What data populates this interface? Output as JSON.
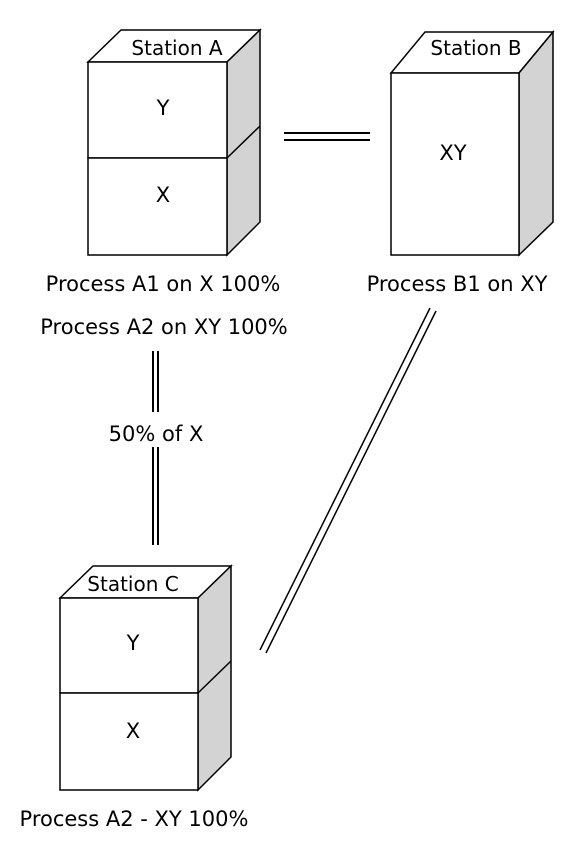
{
  "stations": {
    "a": {
      "title": "Station A",
      "top_label": "Y",
      "bottom_label": "X",
      "caption_1": "Process A1 on X 100%",
      "caption_2": "Process A2 on XY 100%"
    },
    "b": {
      "title": "Station B",
      "label": "XY",
      "caption_1": "Process B1 on XY"
    },
    "c": {
      "title": "Station C",
      "top_label": "Y",
      "bottom_label": "X",
      "caption_1": "Process A2 - XY 100%"
    }
  },
  "links": {
    "a_to_c_label": "50% of X"
  },
  "colors": {
    "side_face": "#d3d3d3",
    "front_face": "#ffffff",
    "stroke": "#000000"
  }
}
